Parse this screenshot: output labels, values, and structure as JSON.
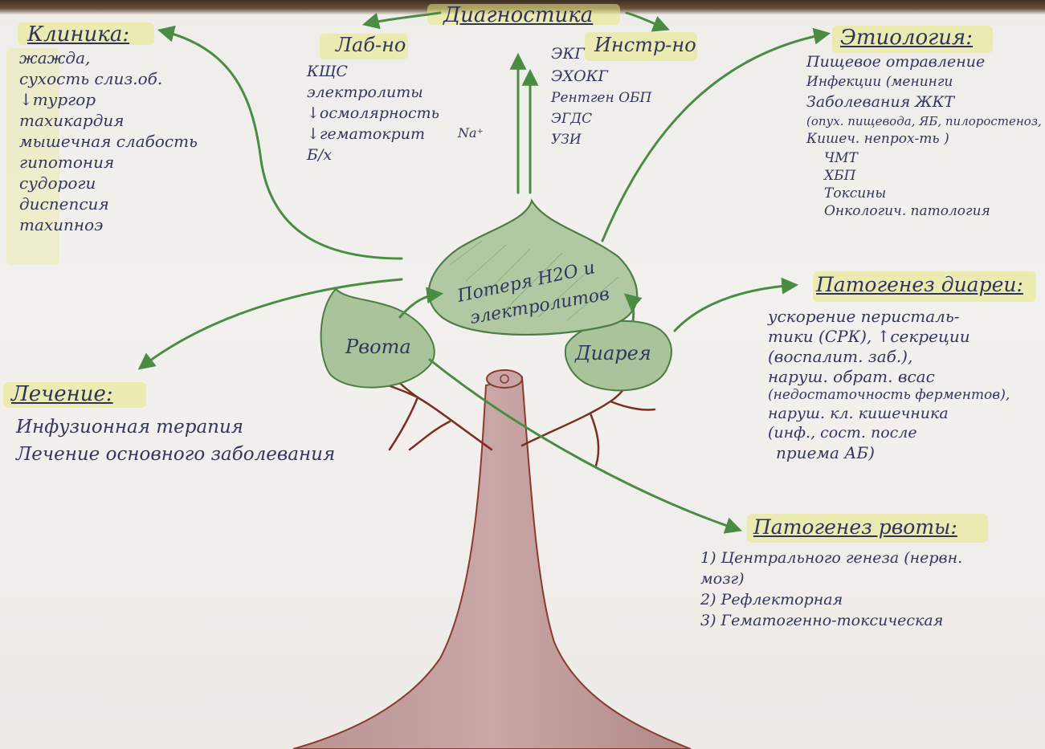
{
  "center": {
    "label_line1": "Потеря Н2О и",
    "label_line2": "электролитов"
  },
  "leaves": {
    "left": "Рвота",
    "right": "Диарея"
  },
  "diagnostics": {
    "title": "Диагностика",
    "lab": {
      "title": "Лаб-но",
      "items": [
        "КЩС",
        "электролиты",
        "↓осмолярность",
        "↓гематокрит",
        "Б/х"
      ],
      "na_label": "Na⁺"
    },
    "instr": {
      "title": "Инстр-но",
      "items": [
        "ЭКГ",
        "ЭХОКГ",
        "Рентген ОБП",
        "ЭГДС",
        "УЗИ"
      ]
    }
  },
  "clinic": {
    "title": "Клиника:",
    "items": [
      "жажда,",
      "сухость слиз.об.",
      "↓тургор",
      "тахикардия",
      "мышечная слабость",
      "гипотония",
      "судороги",
      "диспепсия",
      "тахипноэ"
    ]
  },
  "etiology": {
    "title": "Этиология:",
    "items": [
      "Пищевое отравление",
      "Инфекции (менинги",
      "Заболевания ЖКТ",
      "(опух. пищевода, ЯБ, пилоростеноз, БК",
      "Кишеч. непрох-ть )",
      "ЧМТ",
      "ХБП",
      "Токсины",
      "Онкологич. патология"
    ]
  },
  "diarrhea_pathogenesis": {
    "title": "Патогенез диареи:",
    "lines": [
      "ускорение перисталь-",
      "тики (СРК), ↑секреции",
      "(воспалит. заб.),",
      "наруш. обрат. всас",
      "(недостаточность ферментов),",
      "наруш. кл. кишечника",
      "(инф., сост. после",
      "приема АБ)"
    ]
  },
  "vomiting_pathogenesis": {
    "title": "Патогенез рвоты:",
    "lines": [
      "1) Центрального генеза (нервн.",
      "мозг)",
      "2) Рефлекторная",
      "3) Гематогенно-токсическая"
    ]
  },
  "treatment": {
    "title": "Лечение:",
    "lines": [
      "Инфузионная терапия",
      "Лечение основного заболевания"
    ]
  }
}
